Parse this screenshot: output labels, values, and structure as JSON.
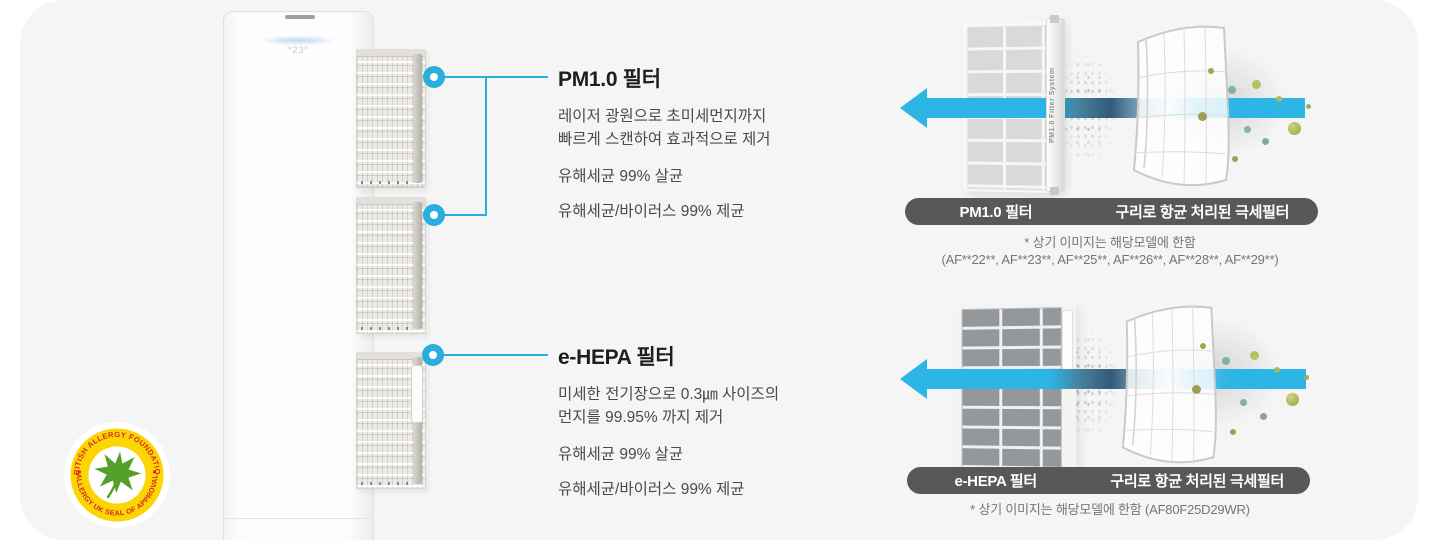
{
  "colors": {
    "accent_cyan": "#29aedd",
    "arrow_cyan": "#2db5e5",
    "pill_bg": "#57585a",
    "card_bg": "#f5f5f6",
    "badge_yellow": "#fdd504",
    "badge_red": "#d52b1e",
    "badge_leaf_green": "#55a02a"
  },
  "product": {
    "display_reading": "*23°"
  },
  "badge": {
    "arc_top": "BRITISH ALLERGY FOUNDATION",
    "arc_bottom": "ALLERGY UK SEAL OF APPROVAL"
  },
  "callouts": [
    {
      "title": "PM1.0 필터",
      "desc_line1": "레이저 광원으로 초미세먼지까지",
      "desc_line2": "빠르게 스캔하여 효과적으로 제거",
      "point1": "유해세균 99% 살균",
      "point2": "유해세균/바이러스 99% 제균"
    },
    {
      "title": "e-HEPA 필터",
      "desc_line1": "미세한 전기장으로 0.3㎛ 사이즈의",
      "desc_line2": "먼지를 99.95% 까지 제거",
      "point1": "유해세균 99% 살균",
      "point2": "유해세균/바이러스 99% 제균"
    }
  ],
  "diagrams": [
    {
      "filter_label": "PM1.0 필터",
      "mesh_label": "구리로 항균 처리된 극세필터",
      "rail_text": "PM1.0 Filter System",
      "note1": "* 상기 이미지는 해당모델에 한함",
      "note2": "(AF**22**, AF**23**, AF**25**, AF**26**, AF**28**, AF**29**)"
    },
    {
      "filter_label": "e-HEPA 필터",
      "mesh_label": "구리로 항균 처리된 극세필터",
      "note1": "* 상기 이미지는 해당모델에 한함 (AF80F25D29WR)"
    }
  ]
}
